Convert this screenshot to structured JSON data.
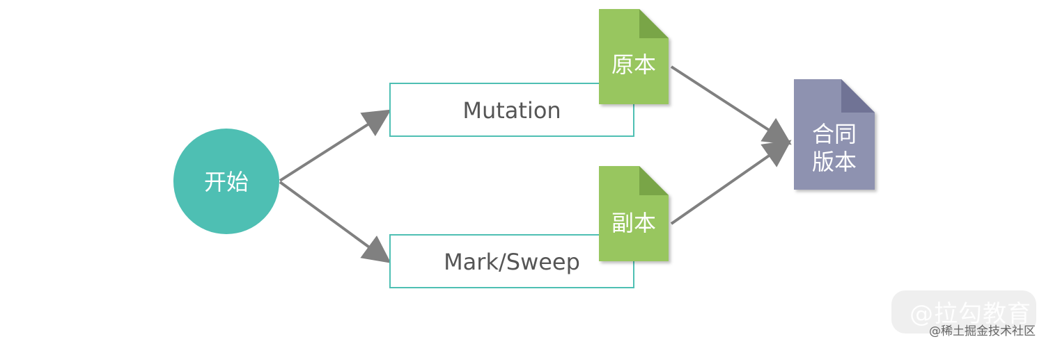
{
  "diagram": {
    "start_label": "开始",
    "process_top_label": "Mutation",
    "process_bottom_label": "Mark/Sweep",
    "doc_original_label": "原本",
    "doc_copy_label": "副本",
    "merged_line1": "合同",
    "merged_line2": "版本"
  },
  "colors": {
    "start_fill": "#4ebfb3",
    "process_border": "#4ebfb3",
    "doc_green": "#98c65e",
    "doc_green_fold": "#79a547",
    "doc_purple": "#8e92b0",
    "doc_purple_fold": "#6f7395",
    "arrow": "#808080",
    "text_dark": "#555555"
  },
  "watermark": {
    "main": "@拉勾教育",
    "sub": "@稀土掘金技术社区"
  }
}
